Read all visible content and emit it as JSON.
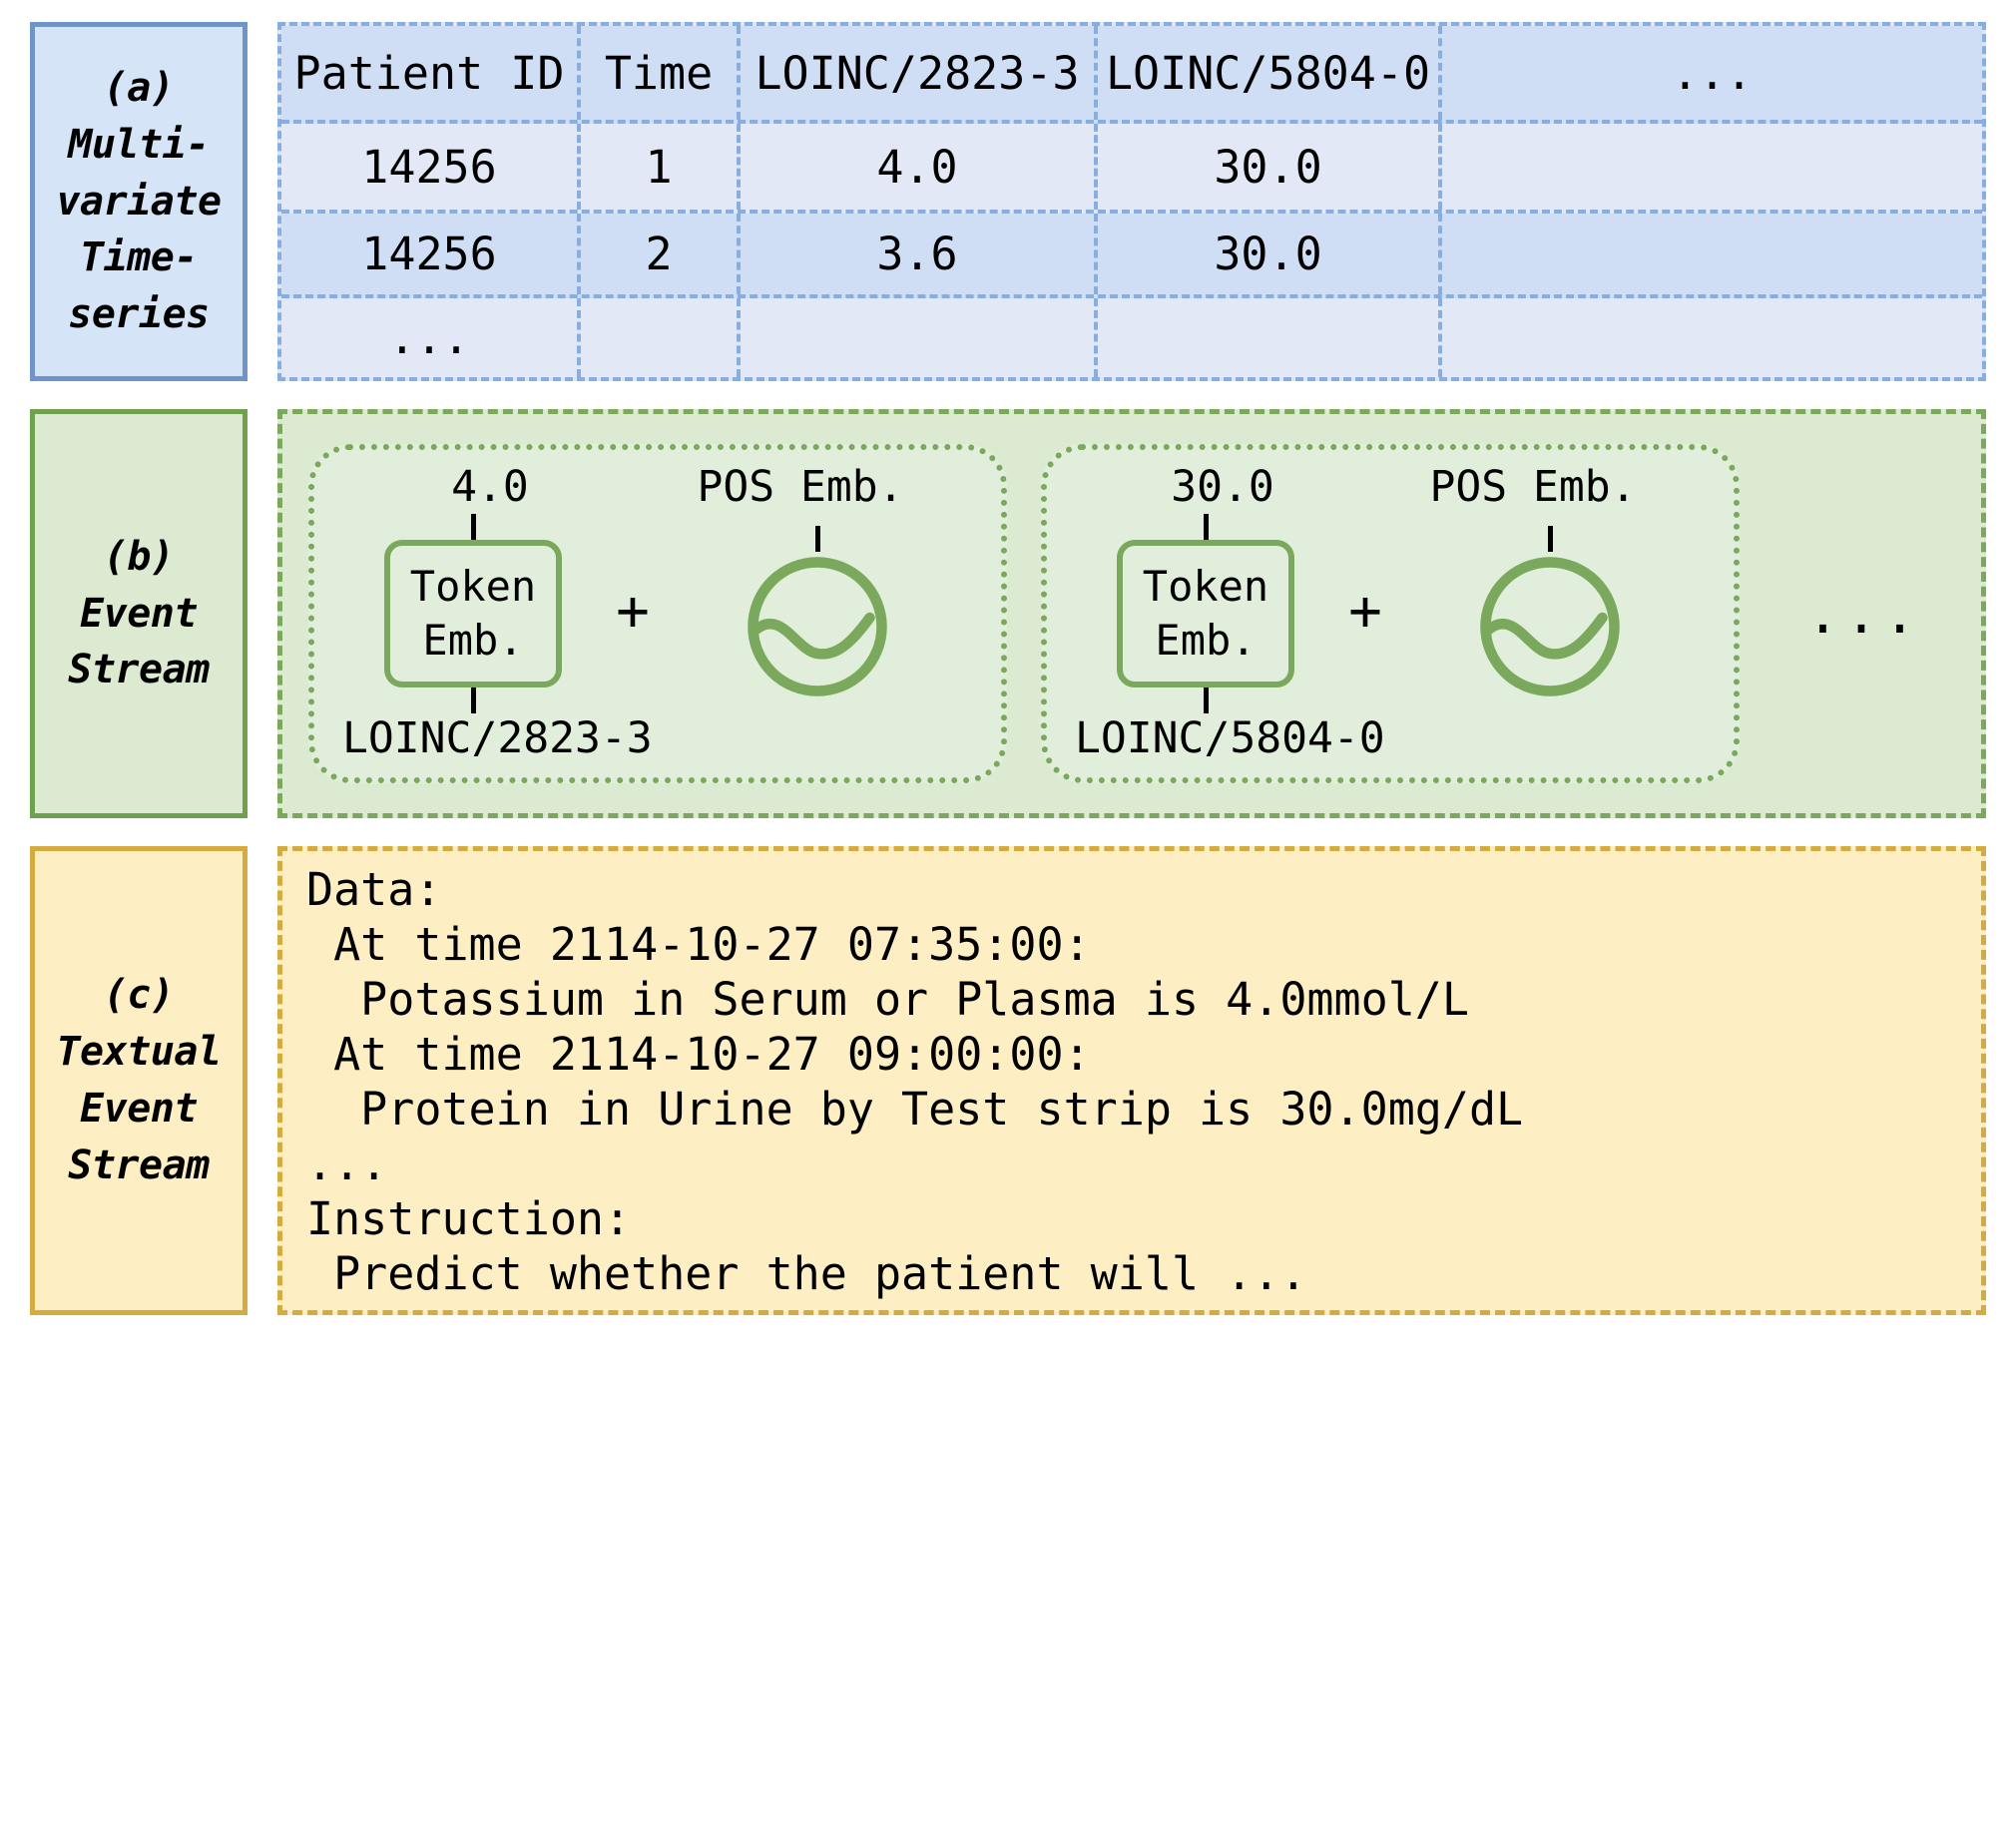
{
  "figure": {
    "panels": [
      {
        "id": "a",
        "tag": "(a)",
        "caption_lines": [
          "Multi-",
          "variate",
          "Time-",
          "series"
        ],
        "accent": "#6f94c7"
      },
      {
        "id": "b",
        "tag": "(b)",
        "caption_lines": [
          "Event",
          "Stream"
        ],
        "accent": "#6fa24f"
      },
      {
        "id": "c",
        "tag": "(c)",
        "caption_lines": [
          "Textual",
          "Event",
          "Stream"
        ],
        "accent": "#d4ab3f"
      }
    ]
  },
  "timeseries_table": {
    "columns": [
      "Patient ID",
      "Time",
      "LOINC/2823-3",
      "LOINC/5804-0",
      "..."
    ],
    "rows": [
      [
        "14256",
        "1",
        "4.0",
        "30.0",
        ""
      ],
      [
        "14256",
        "2",
        "3.6",
        "30.0",
        ""
      ],
      [
        "...",
        "",
        "",
        "",
        ""
      ]
    ]
  },
  "event_stream": {
    "groups": [
      {
        "value": "4.0",
        "pos_label": "POS Emb.",
        "token_line1": "Token",
        "token_line2": "Emb.",
        "plus": "+",
        "code": "LOINC/2823-3"
      },
      {
        "value": "30.0",
        "pos_label": "POS Emb.",
        "token_line1": "Token",
        "token_line2": "Emb.",
        "plus": "+",
        "code": "LOINC/5804-0"
      }
    ],
    "trailing_ellipsis": "..."
  },
  "textual_event_stream": {
    "lines": [
      "Data:",
      " At time 2114-10-27 07:35:00:",
      "  Potassium in Serum or Plasma is 4.0mmol/L",
      " At time 2114-10-27 09:00:00:",
      "  Protein in Urine by Test strip is 30.0mg/dL",
      "...",
      "Instruction:",
      " Predict whether the patient will ..."
    ]
  },
  "colors": {
    "blue_fill": "#d6e4f7",
    "blue_border": "#6f94c7",
    "blue_dash": "#86aee0",
    "green_fill": "#dbead0",
    "green_border": "#6fa24f",
    "green_accent": "#7aa85c",
    "yellow_fill": "#fdeec3",
    "yellow_border": "#d4ab3f"
  }
}
